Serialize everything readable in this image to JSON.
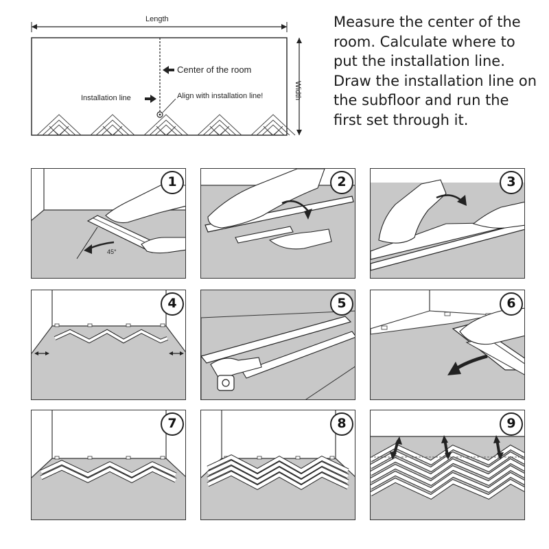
{
  "intro": {
    "instruction": "Measure the center of the room. Calculate where to put the installation line. Draw the installation line on the subfloor and run the first set through it."
  },
  "room_diagram": {
    "length_label": "Length",
    "width_label": "Width",
    "center_label": "Center of the room",
    "installation_line_label": "Installation line",
    "align_label": "Align with installation line!"
  },
  "steps": [
    {
      "number": "1",
      "angle_label": "45°"
    },
    {
      "number": "2"
    },
    {
      "number": "3"
    },
    {
      "number": "4"
    },
    {
      "number": "5"
    },
    {
      "number": "6"
    },
    {
      "number": "7"
    },
    {
      "number": "8"
    },
    {
      "number": "9"
    }
  ],
  "colors": {
    "floor": "#c8c8c8",
    "outline": "#2a2a2a",
    "background": "#ffffff"
  }
}
